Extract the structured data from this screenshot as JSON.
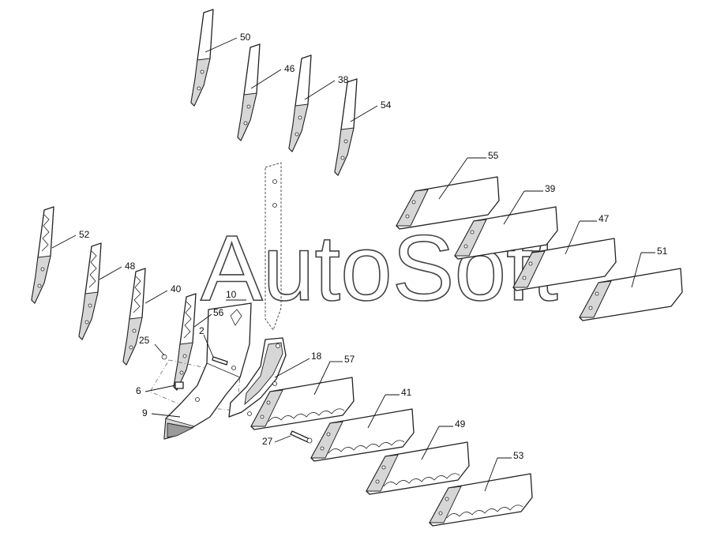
{
  "watermark": "AutoSoft",
  "colors": {
    "line": "#222222",
    "shade": "#d6d6d6",
    "background": "#ffffff"
  },
  "callouts": [
    {
      "id": "c50",
      "label": "50"
    },
    {
      "id": "c46",
      "label": "46"
    },
    {
      "id": "c38",
      "label": "38"
    },
    {
      "id": "c54",
      "label": "54"
    },
    {
      "id": "c55",
      "label": "55"
    },
    {
      "id": "c39",
      "label": "39"
    },
    {
      "id": "c47",
      "label": "47"
    },
    {
      "id": "c51",
      "label": "51"
    },
    {
      "id": "c52",
      "label": "52"
    },
    {
      "id": "c48",
      "label": "48"
    },
    {
      "id": "c40",
      "label": "40"
    },
    {
      "id": "c56",
      "label": "56"
    },
    {
      "id": "c10",
      "label": "10"
    },
    {
      "id": "c2",
      "label": "2"
    },
    {
      "id": "c25",
      "label": "25"
    },
    {
      "id": "c6",
      "label": "6"
    },
    {
      "id": "c9",
      "label": "9"
    },
    {
      "id": "c18",
      "label": "18"
    },
    {
      "id": "c57",
      "label": "57"
    },
    {
      "id": "c41",
      "label": "41"
    },
    {
      "id": "c27",
      "label": "27"
    },
    {
      "id": "c49",
      "label": "49"
    },
    {
      "id": "c53",
      "label": "53"
    }
  ]
}
